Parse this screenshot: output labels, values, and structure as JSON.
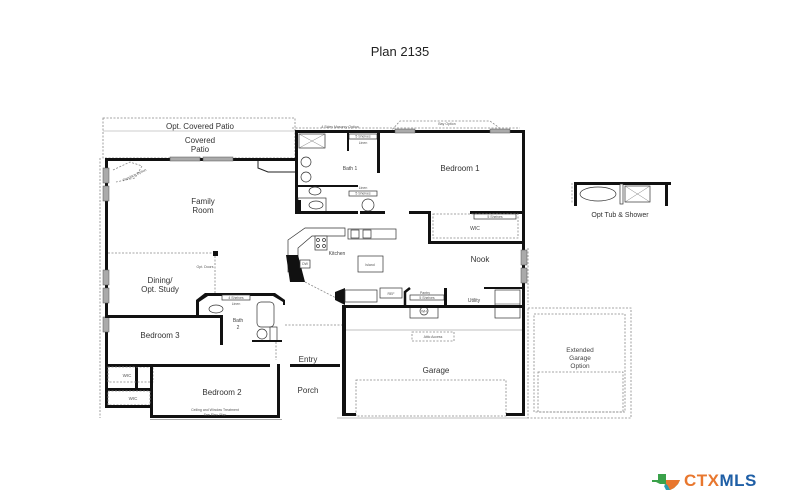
{
  "plan": {
    "title": "Plan 2135",
    "rooms": {
      "opt_covered_patio": "Opt. Covered Patio",
      "covered_patio_1": "Covered",
      "covered_patio_2": "Patio",
      "family_room_1": "Family",
      "family_room_2": "Room",
      "bath1": "Bath 1",
      "bedroom1": "Bedroom 1",
      "wic_bed1": "WIC",
      "kitchen": "Kitchen",
      "island": "Island",
      "nook": "Nook",
      "pantry": "Pantry",
      "utility": "Utility",
      "dining_1": "Dining/",
      "dining_2": "Opt. Study",
      "bath2_1": "Bath",
      "bath2_2": "2",
      "bedroom3": "Bedroom 3",
      "bedroom2": "Bedroom 2",
      "wic_bed3": "WIC",
      "wic_bed2": "WIC",
      "entry": "Entry",
      "porch": "Porch",
      "garage": "Garage",
      "ext_garage_1": "Extended",
      "ext_garage_2": "Garage",
      "ext_garage_3": "Option"
    },
    "annotations": {
      "linen_top": "Linen",
      "shelves_top": "5 Shelves",
      "linen_bottom": "Linen",
      "shelves_bottom": "5 Shelves",
      "wic_shelves": "5 Shelves",
      "bath2_linen": "Linen",
      "bath2_shelves": "4 Shelves",
      "pantry_shelves": "5 Shelves",
      "ref": "REF",
      "attic_access": "Attic Access",
      "ceiling_note_1": "Ceiling and Window Treatment",
      "ceiling_note_2": "See Elev. Plan",
      "bay_option": "Bay Option",
      "masonry_option": "4 Sides Masonry Option",
      "fireplace": "Fireplace Option",
      "cut_doors": "Opt. Doors",
      "wh": "WH",
      "dw": "DW"
    },
    "option_inset": {
      "label": "Opt Tub & Shower"
    }
  },
  "brand": {
    "logo_ctx": "CTX",
    "logo_mls": "MLS",
    "colors": {
      "orange": "#e8772e",
      "blue": "#1f5fa6",
      "green": "#3aa14a",
      "teal": "#2a9cb0"
    }
  }
}
